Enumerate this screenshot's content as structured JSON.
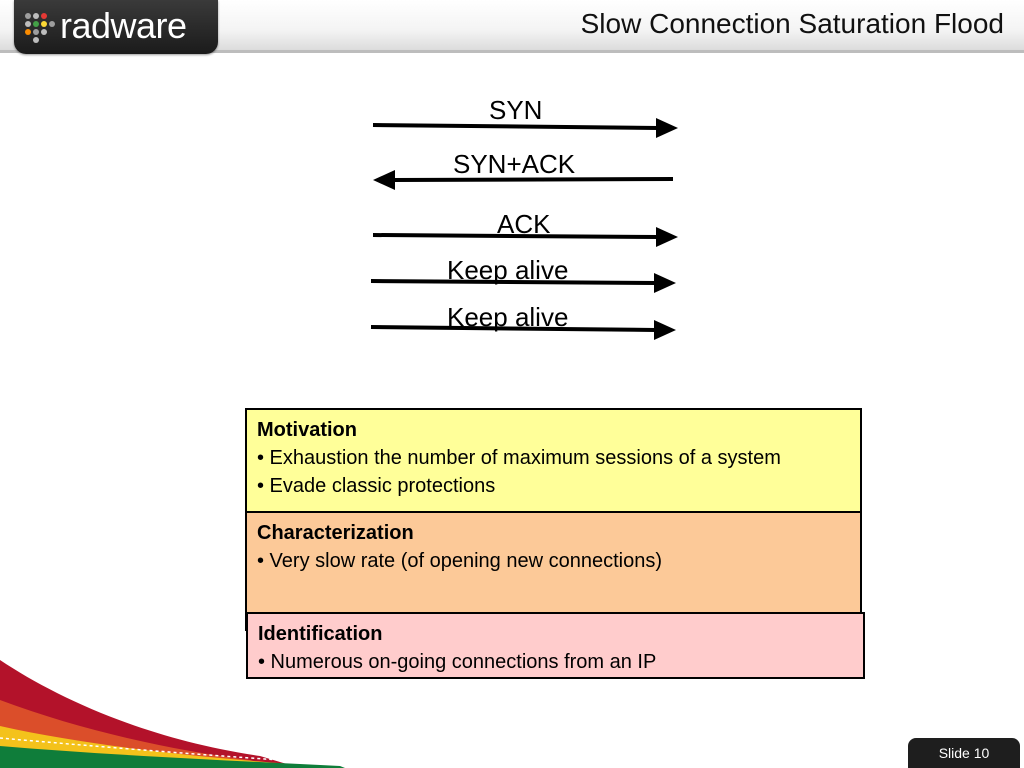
{
  "header": {
    "logo_text": "radware",
    "title": "Slow Connection Saturation Flood"
  },
  "sequence": [
    {
      "label": "SYN",
      "direction": "right"
    },
    {
      "label": "SYN+ACK",
      "direction": "left"
    },
    {
      "label": "ACK",
      "direction": "right"
    },
    {
      "label": "Keep alive",
      "direction": "right"
    },
    {
      "label": "Keep alive",
      "direction": "right"
    }
  ],
  "boxes": {
    "motivation": {
      "title": "Motivation",
      "items": [
        "• Exhaustion the number of maximum sessions of a system",
        "• Evade classic protections"
      ]
    },
    "characterization": {
      "title": "Characterization",
      "items": [
        "• Very slow rate (of opening new connections)"
      ]
    },
    "identification": {
      "title": "Identification",
      "items": [
        "• Numerous on-going connections from an IP"
      ]
    }
  },
  "footer": {
    "slide_label": "Slide 10"
  },
  "colors": {
    "motivation_bg": "#ffff99",
    "characterization_bg": "#fcc998",
    "identification_bg": "#ffcccc",
    "logo_bg": "#2a2a2a"
  }
}
